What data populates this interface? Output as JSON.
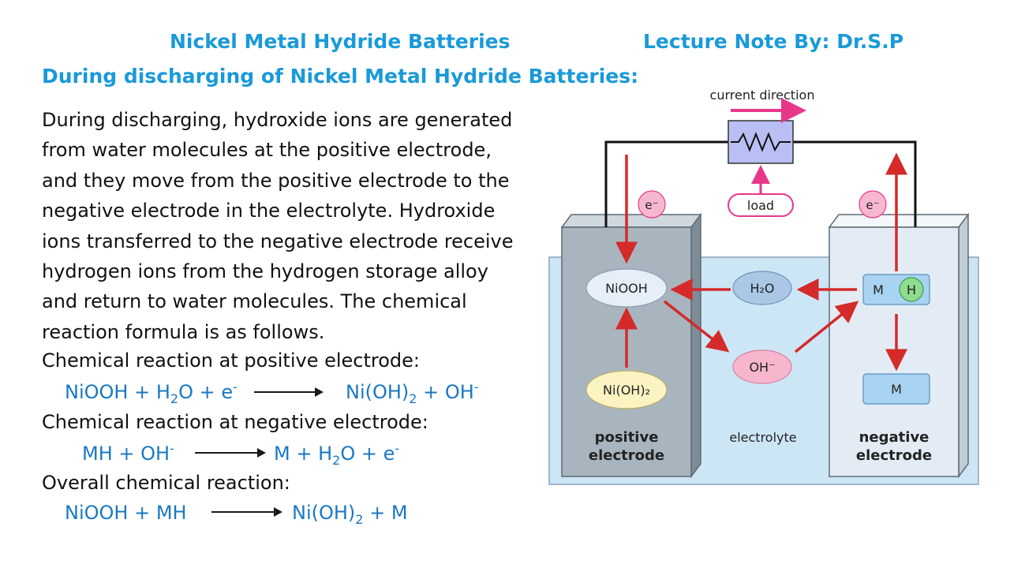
{
  "header": {
    "title": "Nickel Metal Hydride Batteries",
    "author": "Lecture Note By: Dr.S.P",
    "subtitle": "During discharging of Nickel Metal Hydride Batteries:"
  },
  "body_lines": [
    "During discharging, hydroxide ions are generated",
    "from water molecules at the positive electrode,",
    "and they move from the positive electrode to the",
    "negative electrode in the electrolyte. Hydroxide",
    "ions transferred to the negative electrode receive",
    "hydrogen ions from the hydrogen storage alloy",
    "and return to water molecules.  The chemical",
    "reaction formula is as follows."
  ],
  "reactions": {
    "positive_label": "Chemical reaction at positive electrode:",
    "positive_lhs": {
      "a": "NiOOH + H",
      "sub": "2",
      "b": "O + e",
      "sup": "-"
    },
    "positive_rhs": {
      "a": "Ni(OH)",
      "sub": "2",
      "b": " + OH",
      "sup": "-"
    },
    "negative_label": "Chemical reaction at negative electrode:",
    "negative_lhs": {
      "a": "MH + OH",
      "sup": "-"
    },
    "negative_rhs": {
      "a": "M + H",
      "sub": "2",
      "b": "O +  e",
      "sup": "-"
    },
    "overall_label": "Overall chemical reaction:",
    "overall_lhs": "NiOOH + MH",
    "overall_rhs": {
      "a": "Ni(OH)",
      "sub": "2",
      "b": " +  M"
    }
  },
  "diagram": {
    "current_direction": "current direction",
    "load": "load",
    "electron": "e⁻",
    "niooh": "NiOOH",
    "h2o": "H₂O",
    "oh": "OH⁻",
    "nioh2": "Ni(OH)₂",
    "m": "M",
    "h": "H",
    "m_bottom": "M",
    "positive_1": "positive",
    "positive_2": "electrode",
    "electrolyte": "electrolyte",
    "negative_1": "negative",
    "negative_2": "electrode",
    "colors": {
      "arrow_red": "#d42a2a",
      "pink": "#e8378b",
      "tank_blue": "#cde6f6",
      "electrode_gray": "#a9b5be",
      "electrode_light": "#e3ecf4"
    }
  }
}
